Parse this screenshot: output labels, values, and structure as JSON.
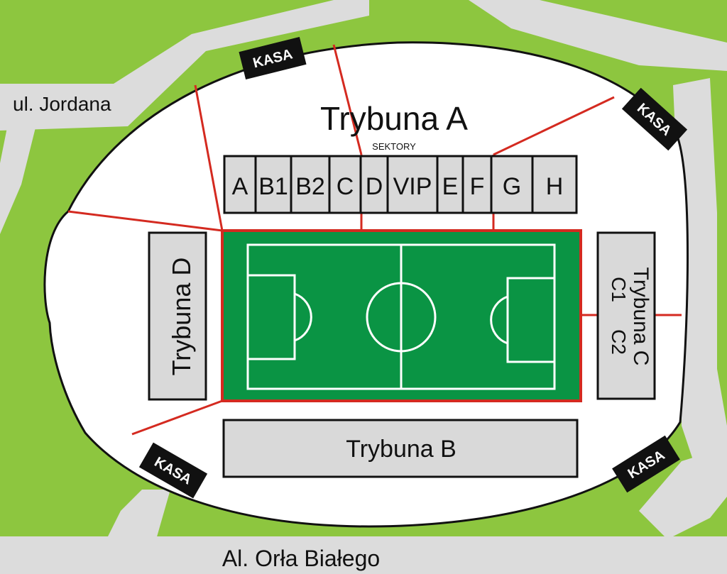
{
  "map": {
    "colors": {
      "grass": "#8dc63f",
      "road": "#dcdcdc",
      "stadium": "#ffffff",
      "pitch": "#0a9444",
      "divider_lines": "#d42a20",
      "stand_fill": "#d9d9d9",
      "kasa_badge": "#111111"
    },
    "streets": {
      "top_left": "ul. Jordana",
      "bottom": "Al. Orła Białego"
    },
    "stands": {
      "a": "Trybuna A",
      "b": "Trybuna B",
      "c": "Trybuna C",
      "d": "Trybuna D"
    },
    "sectors_caption": "SEKTORY",
    "sectors_a": [
      "A",
      "B1",
      "B2",
      "C",
      "D",
      "VIP",
      "E",
      "F",
      "G",
      "H"
    ],
    "sectors_c": [
      "C1",
      "C2"
    ],
    "ticket_offices": [
      "KASA",
      "KASA",
      "KASA",
      "KASA"
    ]
  }
}
